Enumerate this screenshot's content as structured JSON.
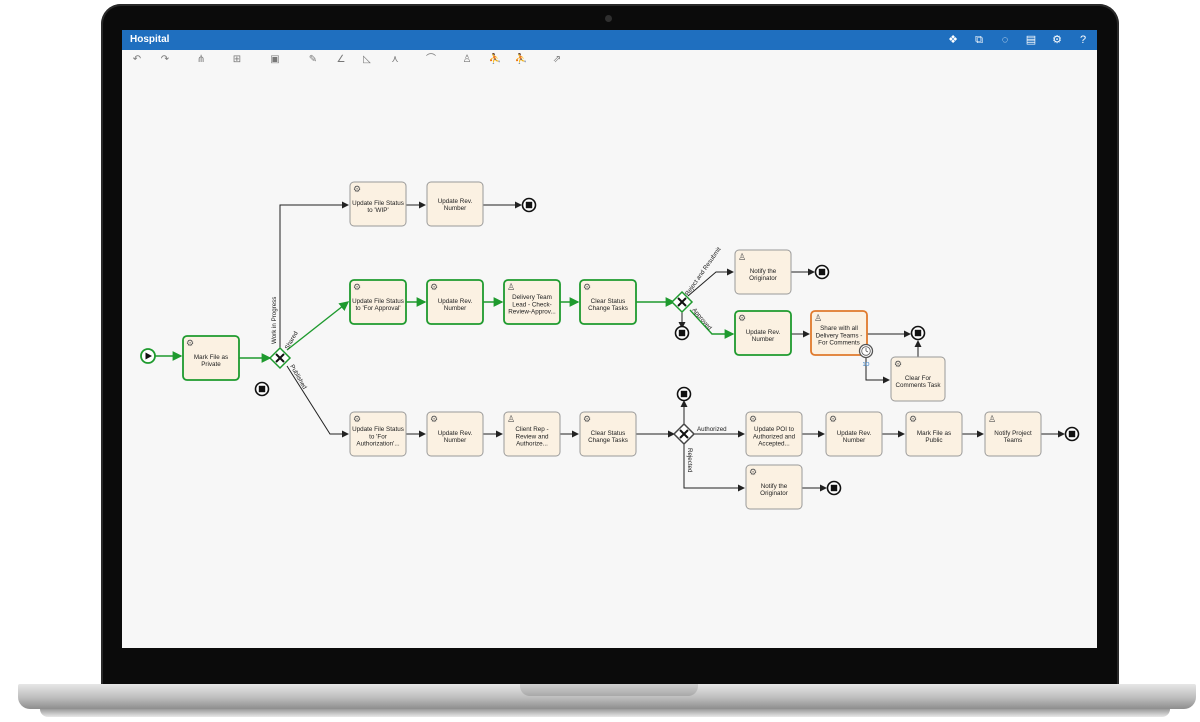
{
  "app": {
    "title": "Hospital"
  },
  "header_icons": [
    "apps-icon",
    "layout-icon",
    "comment-icon",
    "page-icon",
    "settings-icon",
    "help-icon"
  ],
  "header_glyphs": [
    "❖",
    "⧉",
    "◌",
    "▤",
    "⚙",
    "?"
  ],
  "toolbar_icons": [
    {
      "name": "undo-icon",
      "glyph": "↶"
    },
    {
      "name": "redo-icon",
      "glyph": "↷"
    },
    {
      "name": "hierarchy-icon",
      "glyph": "⋔"
    },
    {
      "name": "group-icon",
      "glyph": "⊞"
    },
    {
      "name": "save-icon",
      "glyph": "▣"
    },
    {
      "name": "pencil-icon",
      "glyph": "✎"
    },
    {
      "name": "angle-icon",
      "glyph": "∠"
    },
    {
      "name": "triangle-icon",
      "glyph": "◺"
    },
    {
      "name": "compass-icon",
      "glyph": "⋏"
    },
    {
      "name": "arc-icon",
      "glyph": "⌒"
    },
    {
      "name": "user-task-icon",
      "glyph": "♙"
    },
    {
      "name": "person-icon",
      "glyph": "⛹"
    },
    {
      "name": "runner-icon",
      "glyph": "⛹"
    },
    {
      "name": "share-icon",
      "glyph": "⇗"
    }
  ],
  "colors": {
    "header": "#1f6fbf",
    "task_fill": "#fbf1e2",
    "active": "#1e9a2e",
    "selected": "#e07a2c"
  },
  "diagram": {
    "tasks": [
      {
        "id": "t_mark_private",
        "icon": "gear",
        "lines": [
          "Mark File as",
          "Private"
        ],
        "state": "active"
      },
      {
        "id": "t_wip",
        "icon": "gear",
        "lines": [
          "Update File Status",
          "to 'WIP'"
        ],
        "state": "normal"
      },
      {
        "id": "t_rev1",
        "icon": "none",
        "lines": [
          "Update Rev.",
          "Number"
        ],
        "state": "normal"
      },
      {
        "id": "t_for_approval",
        "icon": "gear",
        "lines": [
          "Update File Status",
          "to 'For Approval'"
        ],
        "state": "active"
      },
      {
        "id": "t_rev2",
        "icon": "gear",
        "lines": [
          "Update Rev.",
          "Number"
        ],
        "state": "active"
      },
      {
        "id": "t_delivery_lead",
        "icon": "user",
        "lines": [
          "Delivery Team",
          "Lead - Check-",
          "Review-Approv..."
        ],
        "state": "active"
      },
      {
        "id": "t_clear1",
        "icon": "gear",
        "lines": [
          "Clear Status",
          "Change Tasks"
        ],
        "state": "active"
      },
      {
        "id": "t_notify1",
        "icon": "user",
        "lines": [
          "Notify the",
          "Originator"
        ],
        "state": "normal"
      },
      {
        "id": "t_rev3",
        "icon": "gear",
        "lines": [
          "Update Rev.",
          "Number"
        ],
        "state": "active"
      },
      {
        "id": "t_share",
        "icon": "user",
        "lines": [
          "Share with all",
          "Delivery Teams -",
          "For Comments"
        ],
        "state": "selected"
      },
      {
        "id": "t_clear_comments",
        "icon": "gear",
        "lines": [
          "Clear For",
          "Comments Task"
        ],
        "state": "normal"
      },
      {
        "id": "t_for_auth",
        "icon": "gear",
        "lines": [
          "Update File Status",
          "to 'For",
          "Authorization'..."
        ],
        "state": "normal"
      },
      {
        "id": "t_rev4",
        "icon": "gear",
        "lines": [
          "Update Rev.",
          "Number"
        ],
        "state": "normal"
      },
      {
        "id": "t_client_rep",
        "icon": "user",
        "lines": [
          "Client Rep -",
          "Review and",
          "Authorize..."
        ],
        "state": "normal"
      },
      {
        "id": "t_clear2",
        "icon": "gear",
        "lines": [
          "Clear Status",
          "Change Tasks"
        ],
        "state": "normal"
      },
      {
        "id": "t_poi",
        "icon": "gear",
        "lines": [
          "Update POI to",
          "Authorized and",
          "Accepted..."
        ],
        "state": "normal"
      },
      {
        "id": "t_rev5",
        "icon": "gear",
        "lines": [
          "Update Rev.",
          "Number"
        ],
        "state": "normal"
      },
      {
        "id": "t_public",
        "icon": "gear",
        "lines": [
          "Mark File as",
          "Public"
        ],
        "state": "normal"
      },
      {
        "id": "t_notify_teams",
        "icon": "user",
        "lines": [
          "Notify Project",
          "Teams"
        ],
        "state": "normal"
      },
      {
        "id": "t_notify2",
        "icon": "gear",
        "lines": [
          "Notify the",
          "Originator"
        ],
        "state": "normal"
      }
    ],
    "flow_labels": [
      {
        "id": "l_wip",
        "text": "Work in Progress"
      },
      {
        "id": "l_shared",
        "text": "Shared"
      },
      {
        "id": "l_published",
        "text": "Published"
      },
      {
        "id": "l_reject",
        "text": "Reject and Resubmit"
      },
      {
        "id": "l_approved",
        "text": "Approved"
      },
      {
        "id": "l_authorized",
        "text": "Authorized"
      },
      {
        "id": "l_rejected",
        "text": "Rejected"
      }
    ],
    "timer_label": "1D"
  }
}
